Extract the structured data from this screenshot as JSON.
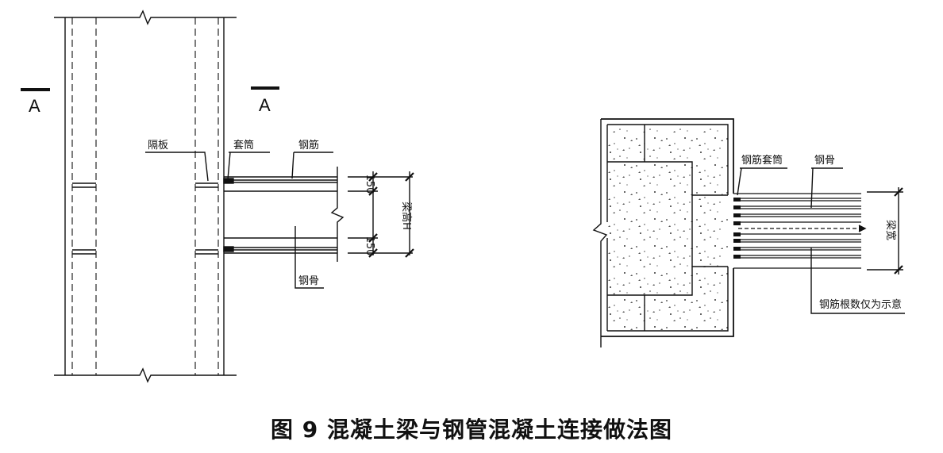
{
  "left_view": {
    "section_mark_left": "A",
    "section_mark_right": "A",
    "label_diaphragm": "隔板",
    "label_sleeve": "套筒",
    "label_rebar": "钢筋",
    "label_steel_bone": "钢骨",
    "dim_top_150": "150",
    "dim_bottom_150": "150",
    "dim_beam_height": "梁高H"
  },
  "right_view": {
    "label_rebar_sleeve": "钢筋套筒",
    "label_steel_bone": "钢骨",
    "dim_beam_width": "梁宽",
    "note_rebar_count": "钢筋根数仅为示意"
  },
  "caption": "图 9   混凝土梁与钢管混凝土连接做法图"
}
